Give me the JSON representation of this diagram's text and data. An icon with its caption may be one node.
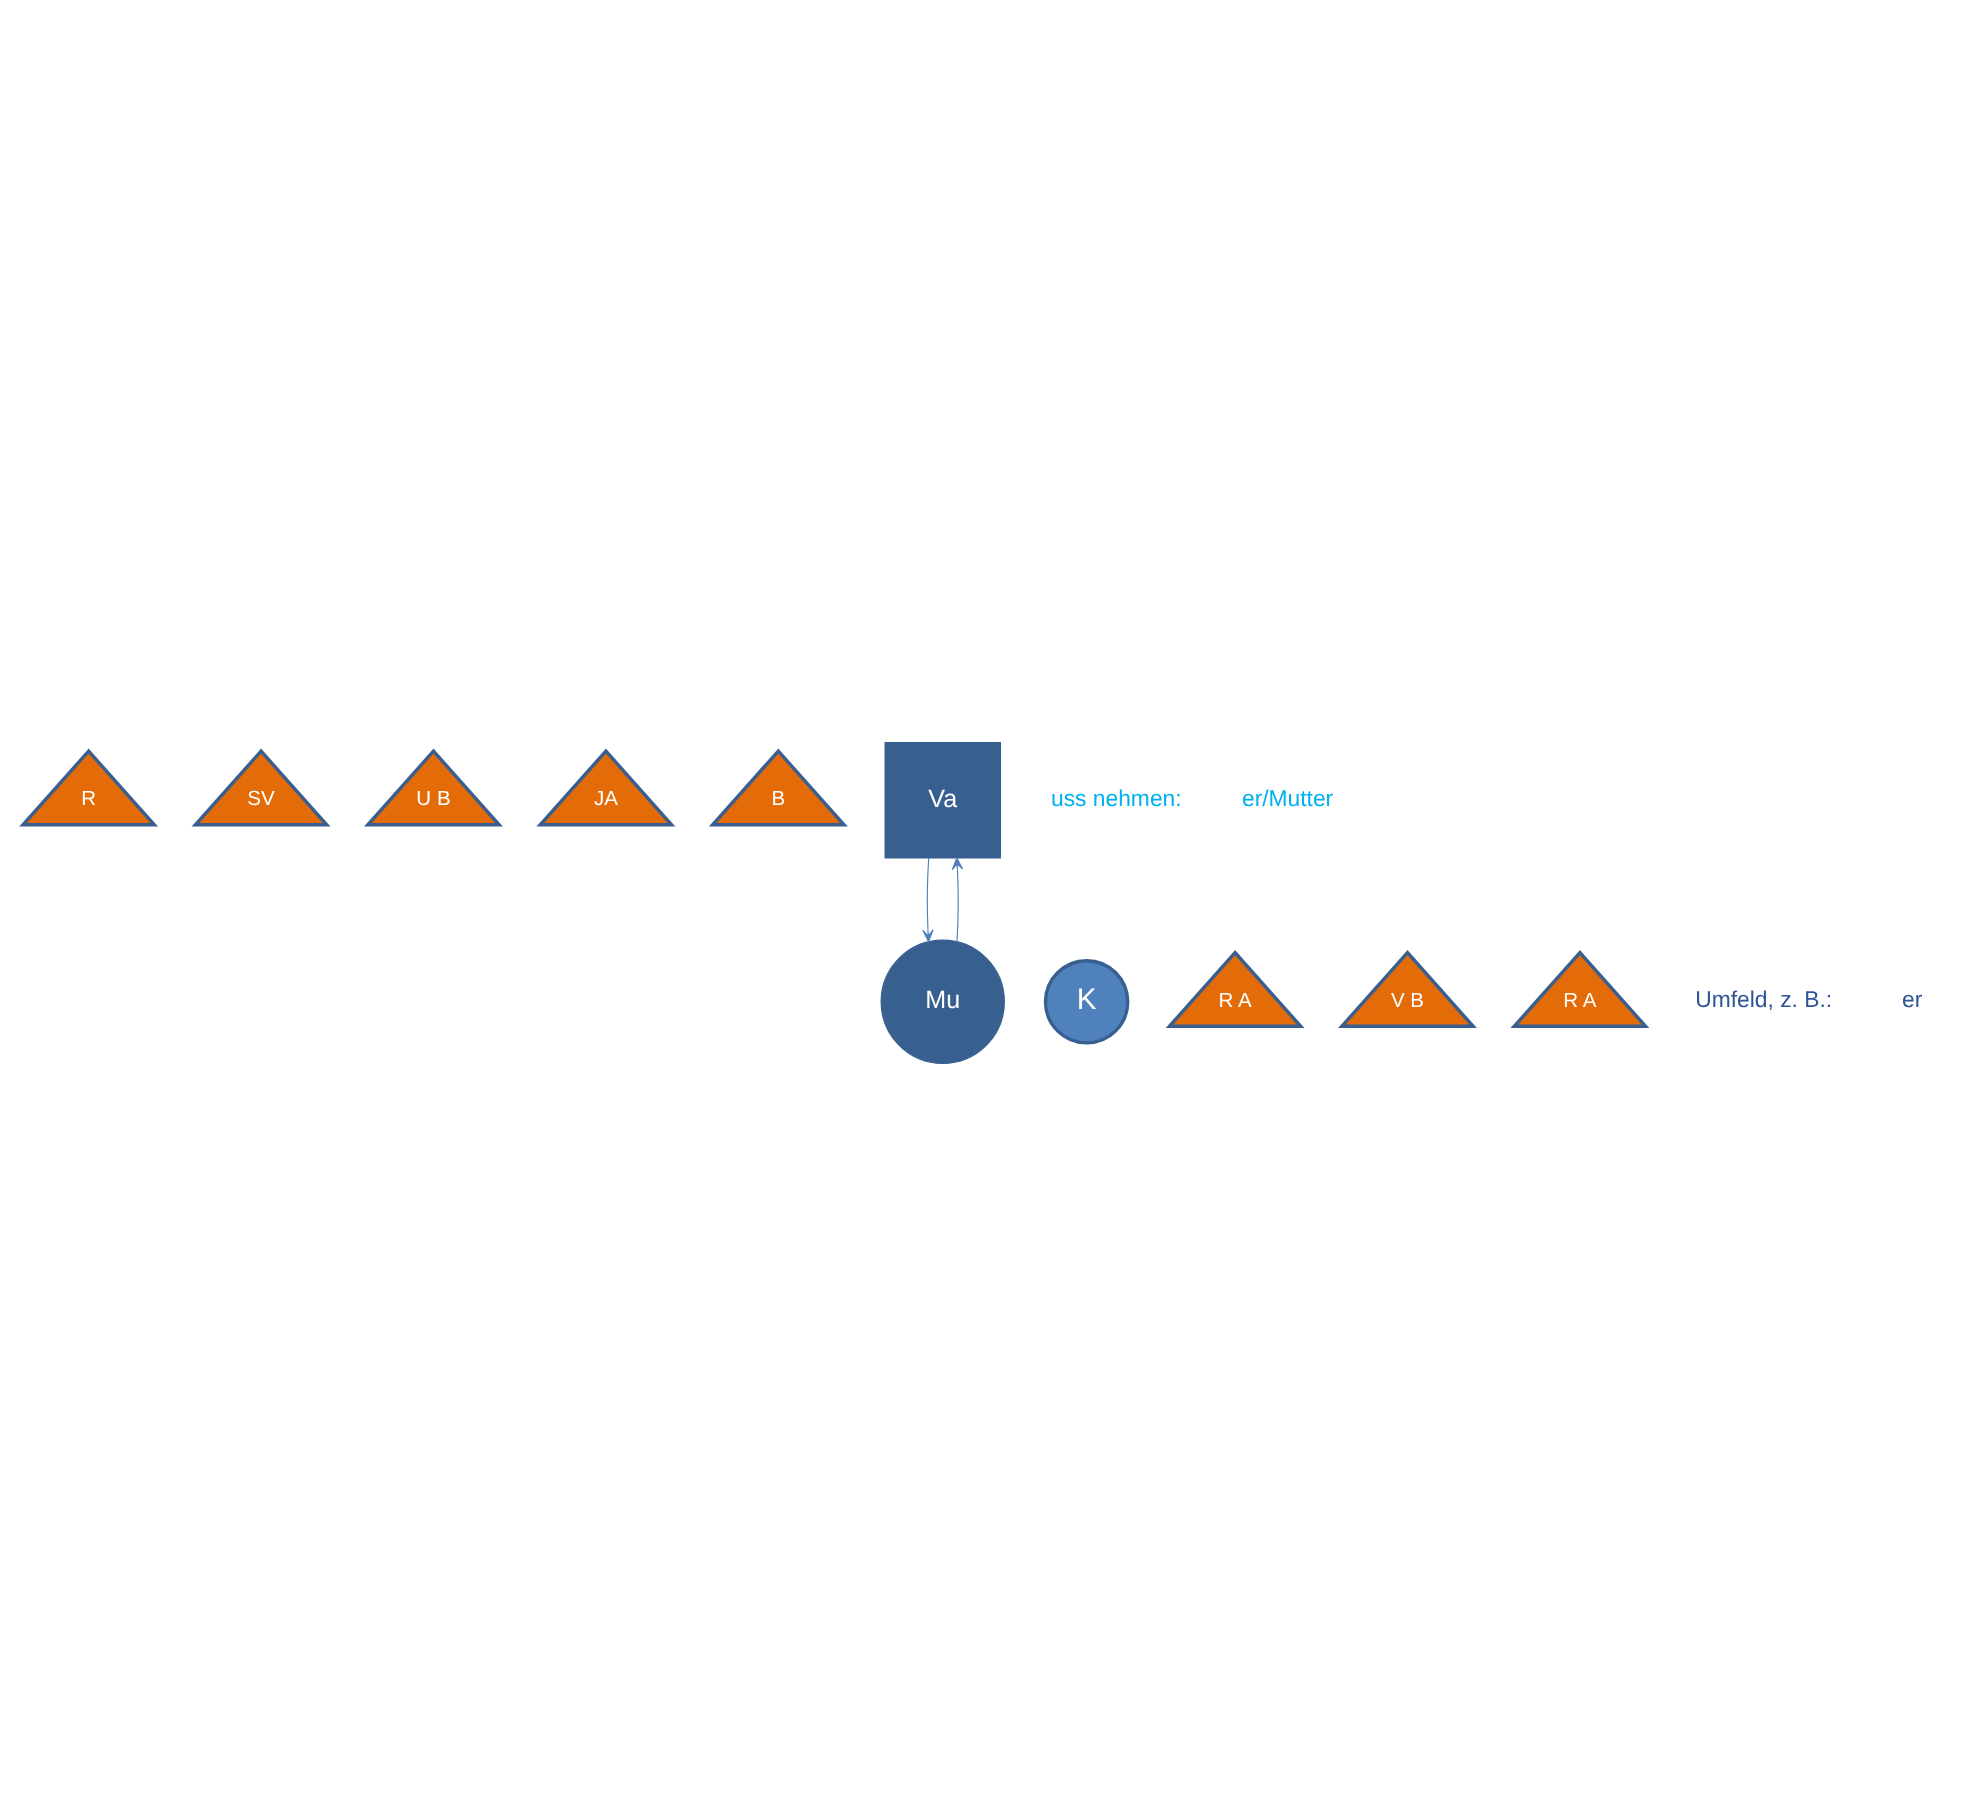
{
  "diagram": {
    "nodes": [
      {
        "text": [
          "R"
        ]
      },
      {
        "text": [
          "SV"
        ]
      },
      {
        "text": [
          "U B"
        ]
      },
      {
        "text": [
          "JA"
        ]
      },
      {
        "text": [
          "B"
        ]
      },
      {
        "text": [
          "Va"
        ]
      },
      {
        "text": [
          "Mu"
        ]
      },
      {
        "text": [
          "K"
        ]
      },
      {
        "text": [
          "R A"
        ]
      },
      {
        "text": [
          "V B"
        ]
      },
      {
        "text": [
          "R A"
        ]
      }
    ],
    "edges": [
      {
        "from": 5,
        "to": 6,
        "arrow": "to"
      },
      {
        "from": 6,
        "to": 5,
        "arrow": "to"
      }
    ],
    "labels": [
      "uss nehmen:",
      "er/Mutter",
      "Umfeld, z. B.:",
      "er"
    ]
  }
}
